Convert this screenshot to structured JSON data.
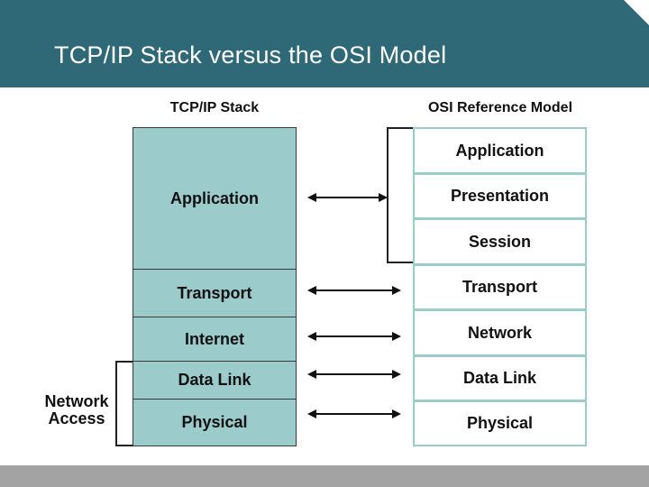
{
  "slide": {
    "title": "TCP/IP Stack versus the OSI Model"
  },
  "tcpip": {
    "heading": "TCP/IP Stack",
    "layers": [
      "Application",
      "Transport",
      "Internet",
      "Data Link",
      "Physical"
    ],
    "group_label_line1": "Network",
    "group_label_line2": "Access"
  },
  "osi": {
    "heading": "OSI Reference Model",
    "layers": [
      "Application",
      "Presentation",
      "Session",
      "Transport",
      "Network",
      "Data Link",
      "Physical"
    ]
  },
  "colors": {
    "header": "#2f6876",
    "layer_fill": "#9ccbcc",
    "footer": "#a3a3a3"
  }
}
